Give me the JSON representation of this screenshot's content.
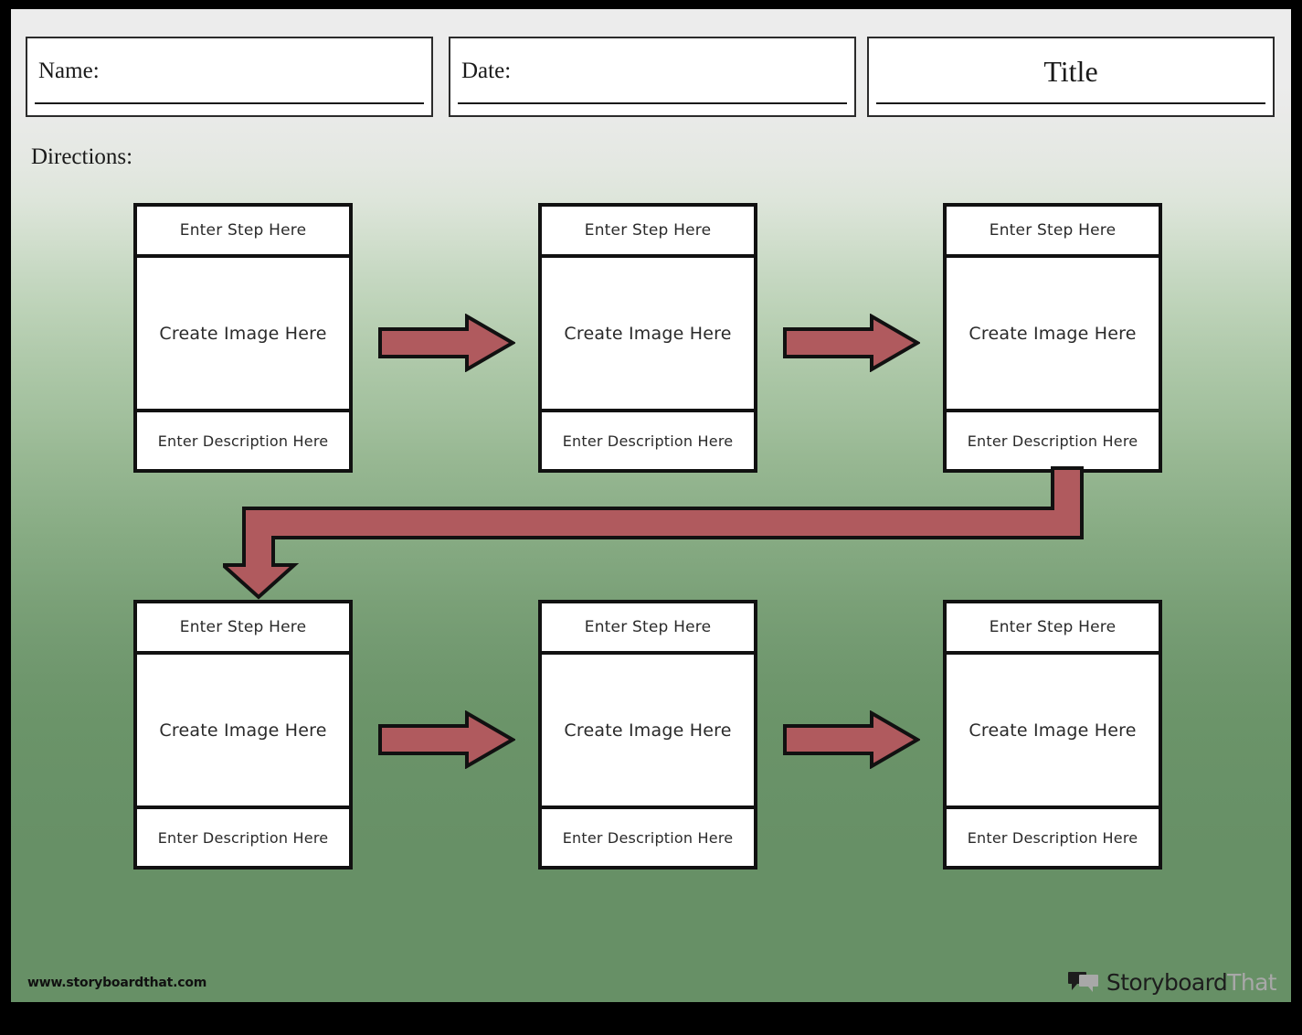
{
  "header": {
    "name_label": "Name:",
    "date_label": "Date:",
    "title_label": "Title"
  },
  "directions": {
    "label": "Directions:"
  },
  "cards": [
    {
      "step": "Enter Step Here",
      "image": "Create Image Here",
      "description": "Enter Description Here"
    },
    {
      "step": "Enter Step Here",
      "image": "Create Image Here",
      "description": "Enter Description Here"
    },
    {
      "step": "Enter Step Here",
      "image": "Create Image Here",
      "description": "Enter Description Here"
    },
    {
      "step": "Enter Step Here",
      "image": "Create Image Here",
      "description": "Enter Description Here"
    },
    {
      "step": "Enter Step Here",
      "image": "Create Image Here",
      "description": "Enter Description Here"
    },
    {
      "step": "Enter Step Here",
      "image": "Create Image Here",
      "description": "Enter Description Here"
    }
  ],
  "connectors": {
    "arrow_fill": "#b05a5e",
    "arrow_stroke": "#111111",
    "flow_arrow_icon": "arrow-right-icon",
    "elbow_arrow_icon": "elbow-arrow-down-icon"
  },
  "footer": {
    "site_url": "www.storyboardthat.com",
    "logo_primary": "Storyboard",
    "logo_secondary": "That",
    "logo_icon": "speech-bubbles-icon"
  },
  "theme": {
    "background_top": "#ececec",
    "background_bottom": "#679066",
    "frame_color": "#000000",
    "card_border": "#111111",
    "card_fill": "#ffffff",
    "text_color": "#2a2a2a"
  }
}
